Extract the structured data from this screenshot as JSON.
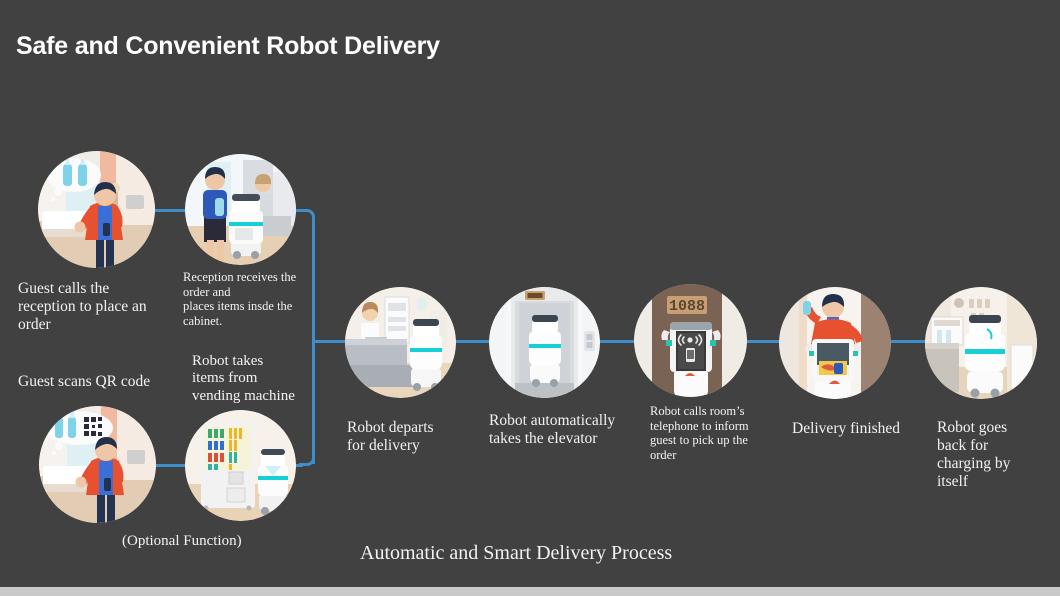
{
  "slide": {
    "title": "Safe and Convenient Robot Delivery",
    "background_color": "#414141",
    "accent_color": "#3d8ecb",
    "text_color": "#f2f2f2",
    "bottom_bar_color": "#c9c9c9"
  },
  "steps": [
    {
      "id": "guest-calls-reception",
      "caption": "Guest calls the\nreception to place an\norder",
      "scene": "hotel-guest-phone-call-with-bottle-thought-bubble"
    },
    {
      "id": "reception-receives-order",
      "caption": "Reception receives the\norder and\nplaces items insde the\ncabinet.",
      "scene": "receptionist-loading-robot-cabinet"
    },
    {
      "id": "guest-scans-qr",
      "caption": "Guest scans QR code",
      "scene": "hotel-guest-phone-with-qr-code-thought-bubble"
    },
    {
      "id": "robot-takes-items",
      "caption": "Robot takes\nitems from\nvending machine",
      "scene": "robot-at-vending-machine"
    },
    {
      "id": "robot-departs",
      "caption": "Robot departs\nfor delivery",
      "scene": "robot-leaving-reception-desk"
    },
    {
      "id": "robot-elevator",
      "caption": "Robot automatically\ntakes the elevator",
      "scene": "robot-inside-elevator"
    },
    {
      "id": "robot-calls-room",
      "caption": "Robot calls room’s\ntelephone to inform\nguest to pick up the\norder",
      "scene": "robot-at-guest-room-door",
      "room_number": "1088"
    },
    {
      "id": "delivery-finished",
      "caption": "Delivery finished",
      "scene": "guest-taking-item-from-open-robot"
    },
    {
      "id": "robot-charging",
      "caption": "Robot goes\nback for\ncharging by\nitself",
      "scene": "robot-returning-to-charging-dock"
    }
  ],
  "labels": {
    "optional": "(Optional Function)",
    "process": "Automatic and Smart Delivery Process"
  }
}
